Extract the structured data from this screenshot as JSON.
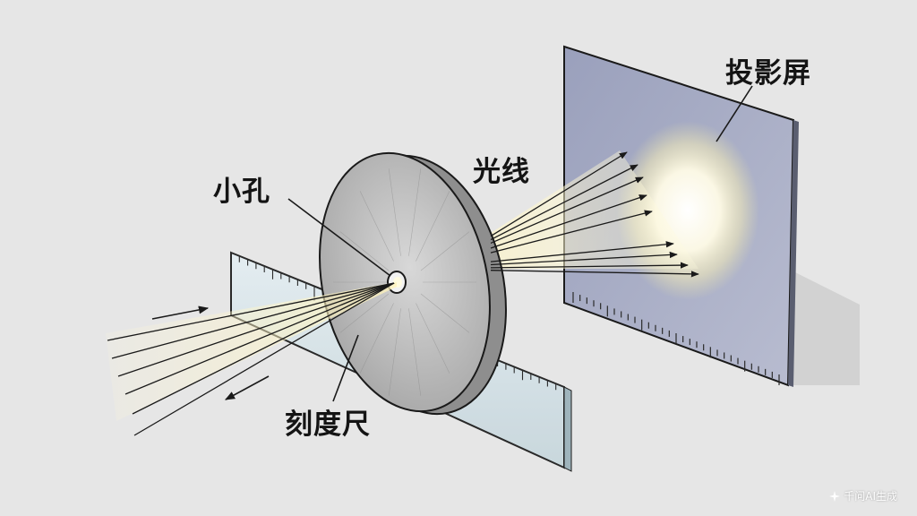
{
  "labels": {
    "pinhole": "小孔",
    "light_rays": "光线",
    "projection_screen": "投影屏",
    "ruler": "刻度尺"
  },
  "watermark": "千问AI生成",
  "colors": {
    "background": "#e6e6e6",
    "light_beam": "#fff6c8",
    "screen": "#a8acc4",
    "disc_metal": "#c4c4c4",
    "ruler_glass": "#d8e6ec",
    "ink": "#141414"
  },
  "icons": [
    "arrow-icon",
    "sparkle-icon"
  ]
}
